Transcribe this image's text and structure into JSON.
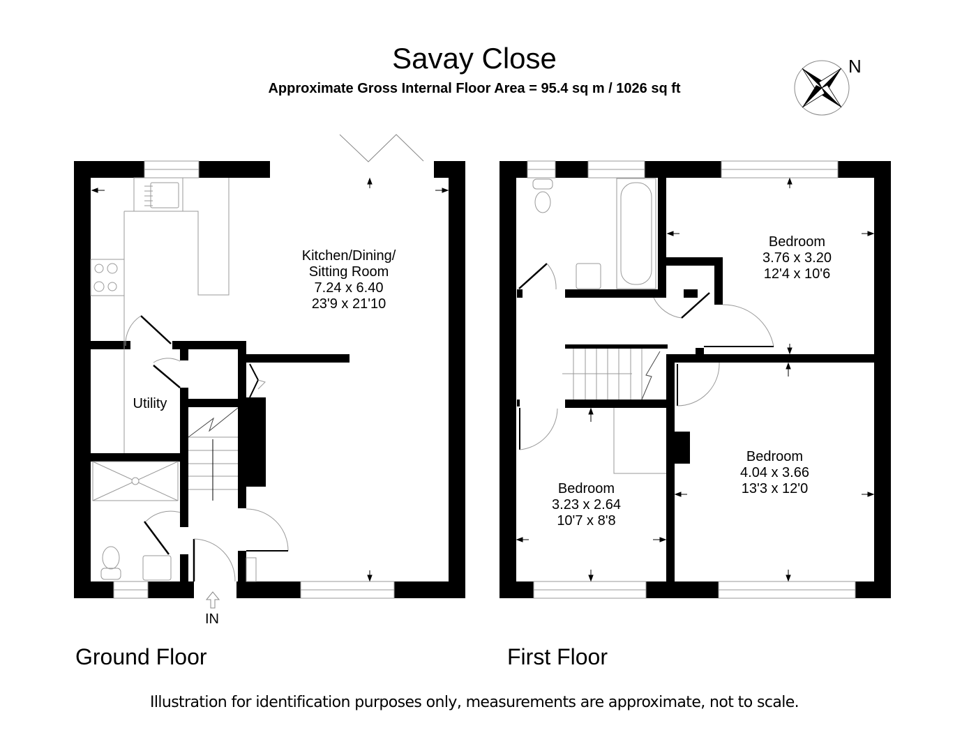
{
  "header": {
    "title": "Savay Close",
    "subtitle": "Approximate Gross Internal Floor Area  = 95.4 sq m / 1026 sq ft"
  },
  "compass": {
    "icon": "compass-rose-icon",
    "label": "N"
  },
  "ground_floor": {
    "label": "Ground Floor",
    "entrance_label": "IN",
    "rooms": [
      {
        "name": "Kitchen/Dining/",
        "name2": "Sitting Room",
        "metric": "7.24 x 6.40",
        "imperial": "23'9 x 21'10"
      },
      {
        "name": "Utility"
      }
    ]
  },
  "first_floor": {
    "label": "First Floor",
    "rooms": [
      {
        "name": "Bedroom",
        "metric": "3.76 x 3.20",
        "imperial": "12'4 x 10'6"
      },
      {
        "name": "Bedroom",
        "metric": "4.04 x 3.66",
        "imperial": "13'3 x 12'0"
      },
      {
        "name": "Bedroom",
        "metric": "3.23 x 2.64",
        "imperial": "10'7 x 8'8"
      }
    ]
  },
  "footer": {
    "disclaimer": "Illustration for identification purposes only, measurements are approximate, not to scale."
  },
  "colors": {
    "wall": "#000000",
    "fixture": "#888888",
    "background": "#ffffff"
  }
}
